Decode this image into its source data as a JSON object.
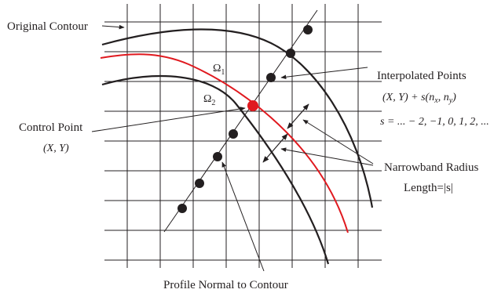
{
  "labels": {
    "original_contour": "Original Contour",
    "interpolated_points": "Interpolated Points",
    "interpolated_formula": "(X, Y) + s(n_x, n_y)",
    "s_values": "s = ... − 2, −1, 0, 1, 2, ...",
    "control_point": "Control Point",
    "control_point_coords": "(X, Y)",
    "narrowband_radius": "Narrowband Radius",
    "narrowband_length": "Length=|s|",
    "profile_normal": "Profile Normal to Contour",
    "omega_1": "Ω1",
    "omega_2": "Ω2"
  },
  "colors": {
    "ink": "#231f20",
    "original_contour": "#e0191f",
    "control_point": "#e0191f"
  }
}
